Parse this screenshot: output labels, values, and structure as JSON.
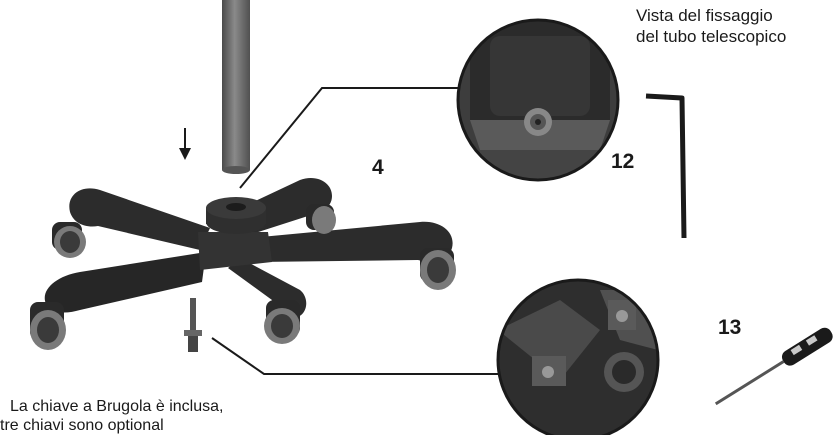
{
  "caption": {
    "line1": "Vista del fissaggio",
    "line2": "del tubo telescopico"
  },
  "labels": {
    "base": "4",
    "allen_key": "12",
    "screwdriver": "13"
  },
  "footnote": {
    "line1": "La chiave a Brugola è inclusa,",
    "line2": "tre chiavi sono optional"
  },
  "colors": {
    "part_dark": "#2a2a2a",
    "part_mid": "#3c3c3c",
    "wheel_grey": "#7a7a7a",
    "pole": "#6e6e6e",
    "line": "#1a1a1a"
  }
}
